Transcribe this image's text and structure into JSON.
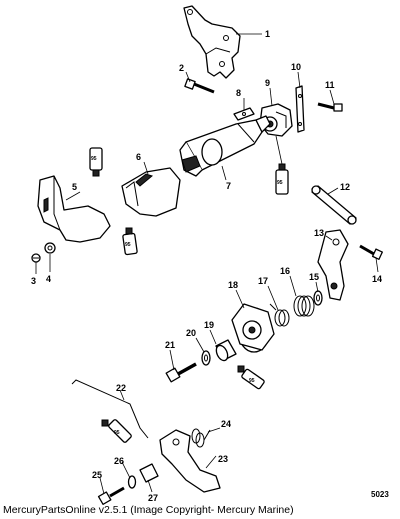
{
  "callouts": [
    "1",
    "2",
    "3",
    "4",
    "5",
    "6",
    "7",
    "8",
    "9",
    "10",
    "11",
    "12",
    "13",
    "14",
    "15",
    "16",
    "17",
    "18",
    "19",
    "20",
    "21",
    "22",
    "23",
    "24",
    "25",
    "26",
    "27"
  ],
  "lubricant_code": "95",
  "figure_code": "5023",
  "footer_caption": "MercuryPartsOnline v2.5.1 (Image Copyright- Mercury Marine)"
}
